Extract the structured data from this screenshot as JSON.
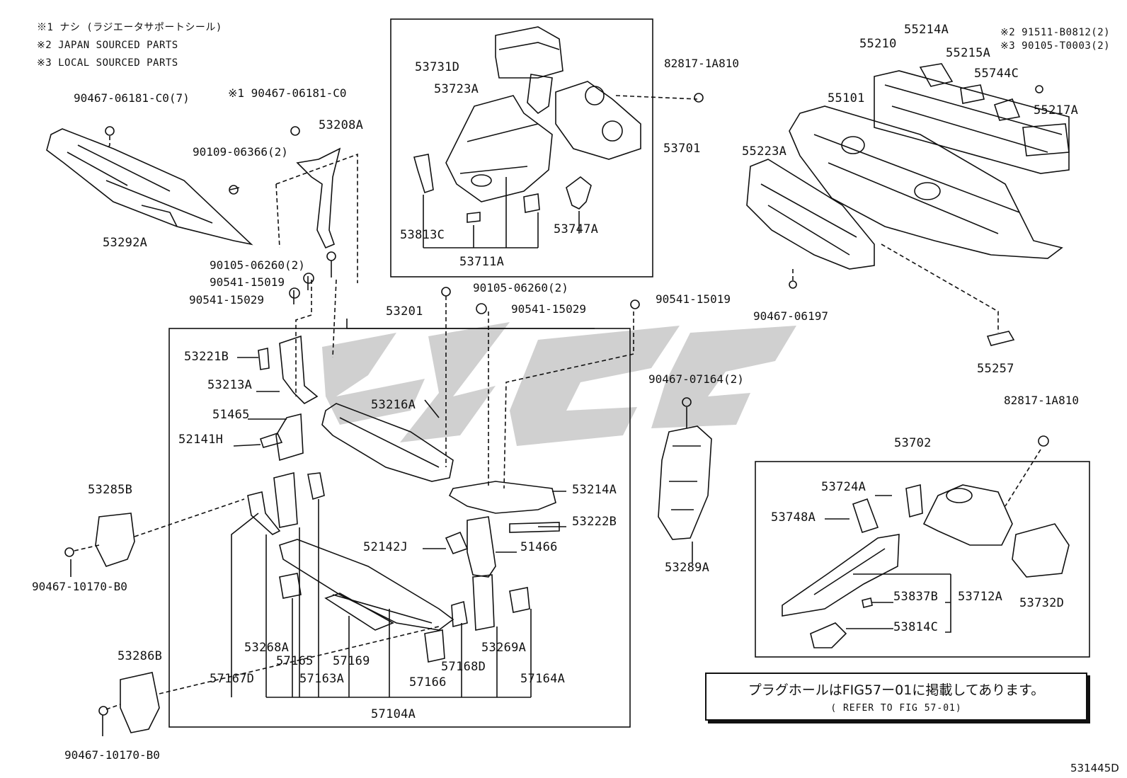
{
  "notes": [
    "※1  ナシ (ラジエータサポートシール)",
    "※2  JAPAN SOURCED PARTS",
    "※3  LOCAL SOURCED PARTS"
  ],
  "top_right_notes": [
    "※2 91511-B0812(2)",
    "※3 90105-T0003(2)"
  ],
  "labels": {
    "p90467_06181_C0_7": "90467-06181-C0(7)",
    "p90467_06181_C0": "※1  90467-06181-C0",
    "p53208A": "53208A",
    "p90109_06366_2": "90109-06366(2)",
    "p53292A": "53292A",
    "p90105_06260_2a": "90105-06260(2)",
    "p90541_15019a": "90541-15019",
    "p90541_15029a": "90541-15029",
    "p53731D": "53731D",
    "p53723A": "53723A",
    "p82817_1A810a": "82817-1A810",
    "p53701": "53701",
    "p53813C": "53813C",
    "p53747A": "53747A",
    "p53711A": "53711A",
    "p55214A": "55214A",
    "p55210": "55210",
    "p55215A": "55215A",
    "p55744C": "55744C",
    "p55101": "55101",
    "p55217A": "55217A",
    "p55223A": "55223A",
    "p90467_06197": "90467-06197",
    "p55257": "55257",
    "p90105_06260_2b": "90105-06260(2)",
    "p90541_15029b": "90541-15029",
    "p90541_15019b": "90541-15019",
    "p53201": "53201",
    "p53221B": "53221B",
    "p53213A": "53213A",
    "p51465": "51465",
    "p52141H": "52141H",
    "p53216A": "53216A",
    "p53214A": "53214A",
    "p53222B": "53222B",
    "p52142J": "52142J",
    "p51466": "51466",
    "p53285B": "53285B",
    "p90467_10170_B0a": "90467-10170-B0",
    "p53268A": "53268A",
    "p57165": "57165",
    "p57169": "57169",
    "p53269A": "53269A",
    "p57167D": "57167D",
    "p57163A": "57163A",
    "p57166": "57166",
    "p57168D": "57168D",
    "p57164A": "57164A",
    "p57104A": "57104A",
    "p53286B": "53286B",
    "p90467_10170_B0b": "90467-10170-B0",
    "p90467_07164_2": "90467-07164(2)",
    "p53289A": "53289A",
    "p82817_1A810b": "82817-1A810",
    "p53702": "53702",
    "p53724A": "53724A",
    "p53748A": "53748A",
    "p53837B": "53837B",
    "p53712A": "53712A",
    "p53732D": "53732D",
    "p53814C": "53814C"
  },
  "reference_box": {
    "jp": "プラグホールはFIG57ー01に掲載してあります。",
    "en": "( REFER TO FIG 57-01)"
  },
  "figure_id": "531445D",
  "colors": {
    "line": "#111111",
    "watermark": "#c8c8c8"
  }
}
